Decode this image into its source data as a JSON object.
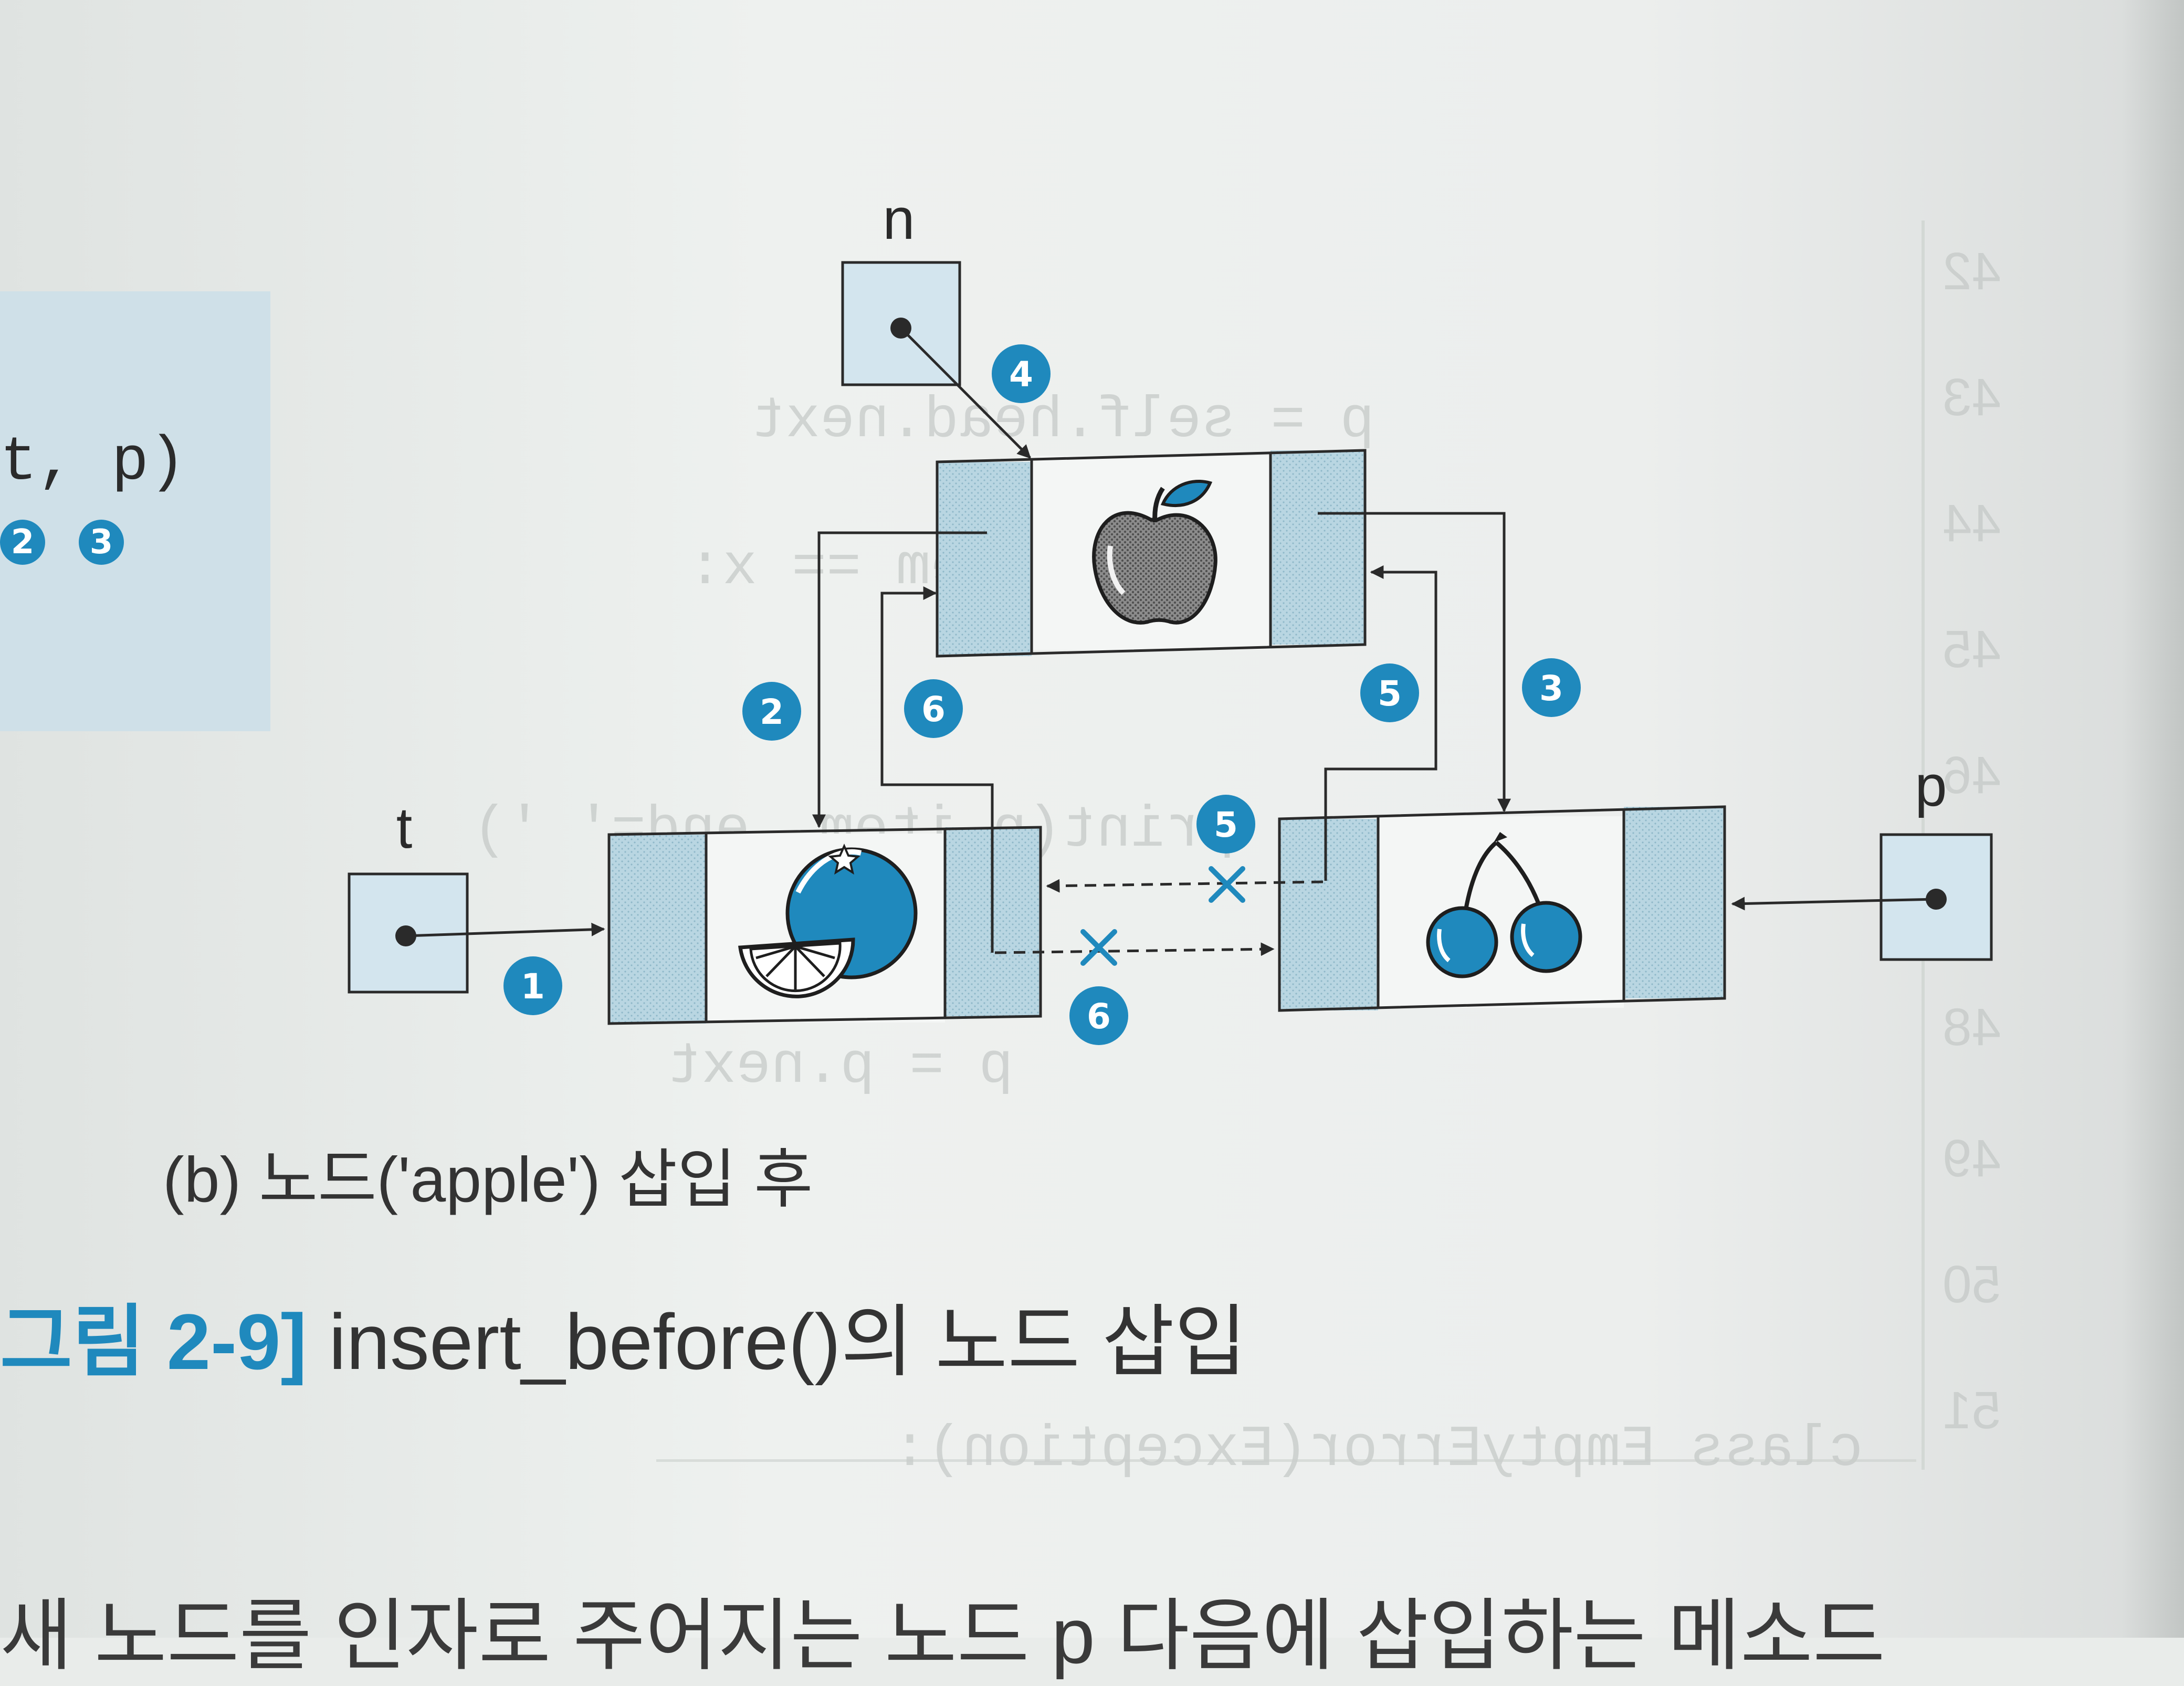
{
  "code_box": {
    "code_line": "t, p)",
    "markers": [
      "2",
      "3"
    ]
  },
  "diagram": {
    "variables": {
      "n": "n",
      "t": "t",
      "p": "p"
    },
    "step_markers": [
      "1",
      "2",
      "3",
      "4",
      "5",
      "5",
      "6",
      "6"
    ],
    "nodes": [
      "orange-node",
      "apple-node",
      "cherry-node"
    ],
    "icons": [
      "orange-icon",
      "apple-icon",
      "cherry-icon",
      "cross-icon"
    ]
  },
  "subcaption": "(b) 노드('apple') 삽입 후",
  "caption": {
    "number": "그림 2-9]",
    "title": " insert_before()의 노드 삽입"
  },
  "bottom_text": "새 노드를 인자로 주어지는 노드 p 다음에 삽입하는 메소드",
  "colors": {
    "accent": "#1f89bd",
    "node_fill": "#b9d6e2",
    "pointer_fill": "#d3e5ee",
    "line": "#2a2a2a"
  }
}
